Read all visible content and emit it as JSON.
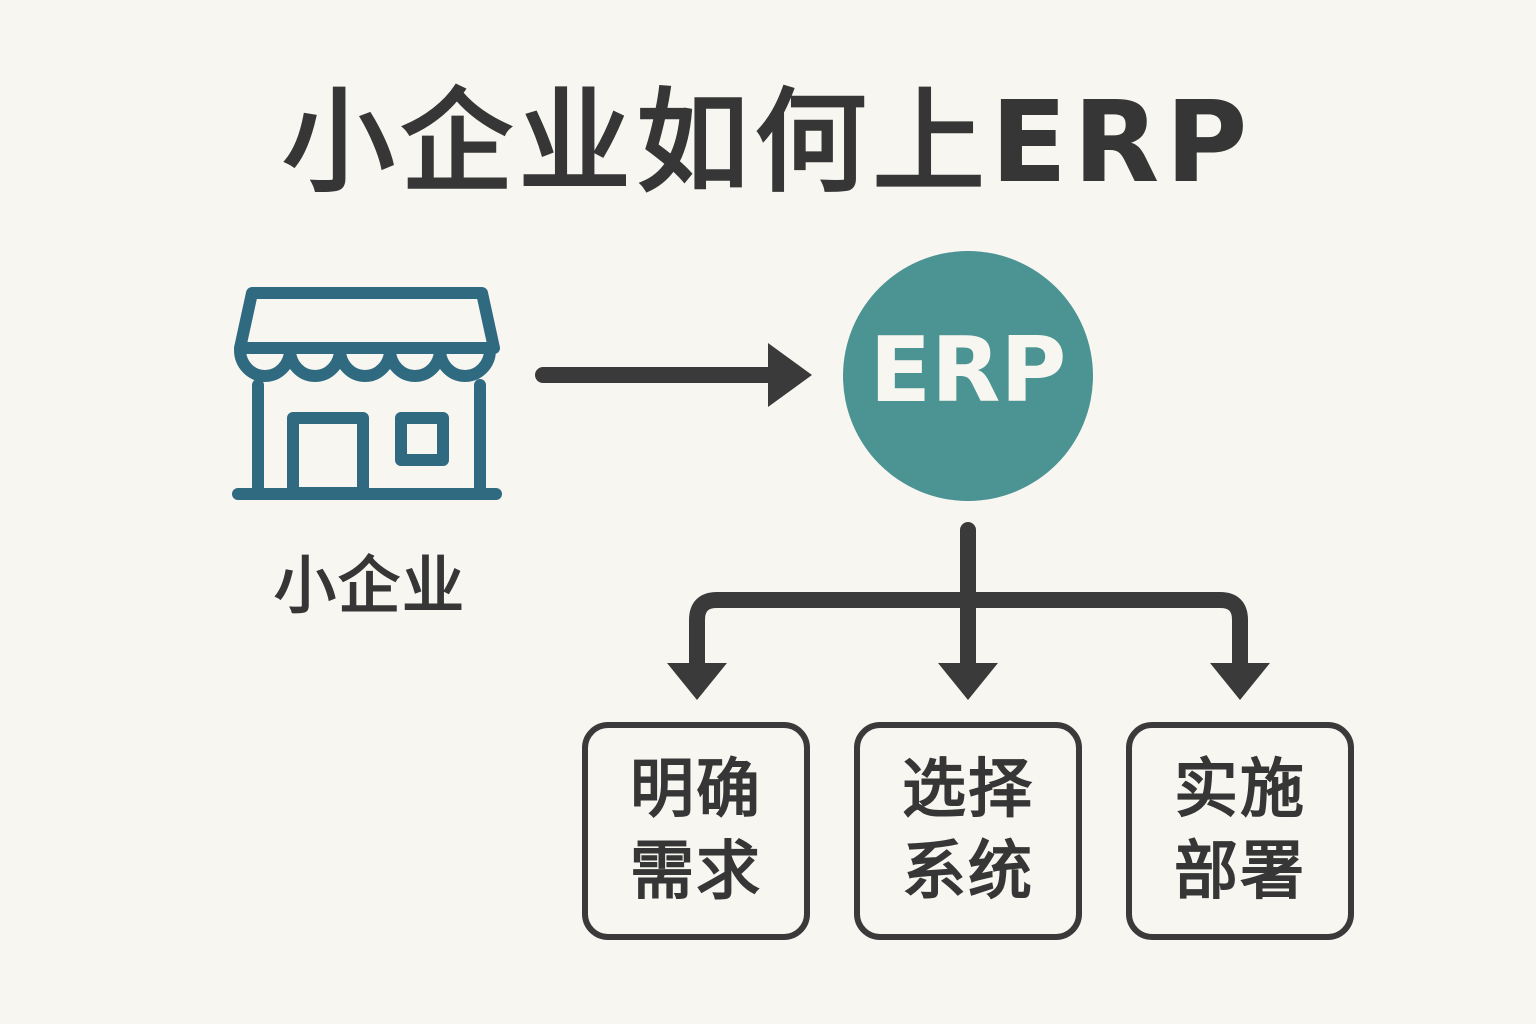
{
  "title": "小企业如何上ERP",
  "colors": {
    "background": "#f8f6f1",
    "store_icon": "#2f6a80",
    "erp_circle": "#4b9493",
    "arrows": "#3a3a3a",
    "text": "#363636"
  },
  "nodes": {
    "small_business": {
      "label": "小企业",
      "icon": "storefront-icon"
    },
    "erp": {
      "label": "ERP"
    }
  },
  "steps": [
    {
      "line1": "明确",
      "line2": "需求"
    },
    {
      "line1": "选择",
      "line2": "系统"
    },
    {
      "line1": "实施",
      "line2": "部署"
    }
  ]
}
